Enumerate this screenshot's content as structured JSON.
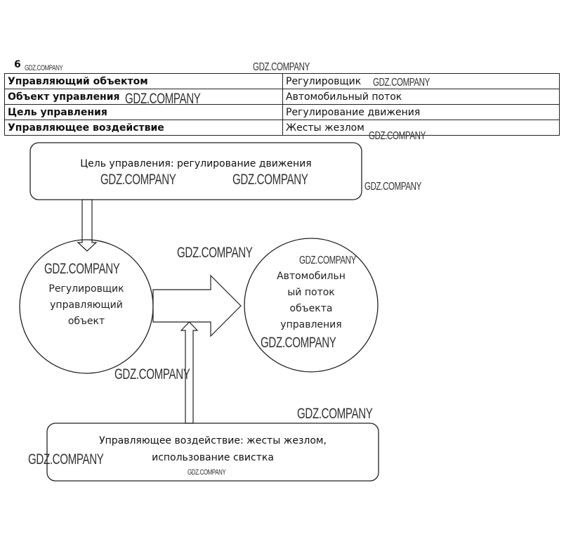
{
  "task_number": "6",
  "table": {
    "rows": [
      {
        "key": "Управляющий объектом",
        "value": "Регулировщик"
      },
      {
        "key": "Объект управления",
        "value": "Автомобильный поток"
      },
      {
        "key": "Цель управления",
        "value": "Регулирование движения"
      },
      {
        "key": "Управляющее воздействие",
        "value": "Жесты жезлом"
      }
    ]
  },
  "diagram": {
    "goal_box": "Цель управления: регулирование движения",
    "controller_circle": [
      "Регулировщик",
      "управляющий",
      "объект"
    ],
    "object_circle": [
      "Автомобильн",
      "ый поток",
      "объекта",
      "управления"
    ],
    "action_box": [
      "Управляющее воздействие: жесты жезлом,",
      "использование свистка"
    ]
  },
  "watermark": "GDZ.COMPANY"
}
